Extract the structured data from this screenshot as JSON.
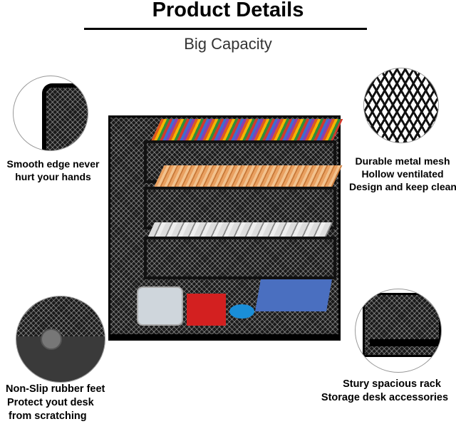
{
  "header": {
    "title": "Product Details",
    "subtitle": "Big Capacity"
  },
  "features": [
    {
      "lines": [
        "Smooth edge never",
        "hurt your hands"
      ],
      "icon": "smooth-edge-detail"
    },
    {
      "lines": [
        "Durable metal mesh",
        "Hollow ventilated",
        "Design and keep clean"
      ],
      "icon": "metal-mesh-detail"
    },
    {
      "lines": [
        "Non-Slip rubber feet",
        "Protect yout desk",
        "from scratching"
      ],
      "icon": "rubber-feet-detail"
    },
    {
      "lines": [
        "Stury spacious rack",
        "Storage desk accessories"
      ],
      "icon": "spacious-rack-detail"
    }
  ],
  "colors": {
    "mesh": "#1a1a1a",
    "text": "#000000"
  }
}
